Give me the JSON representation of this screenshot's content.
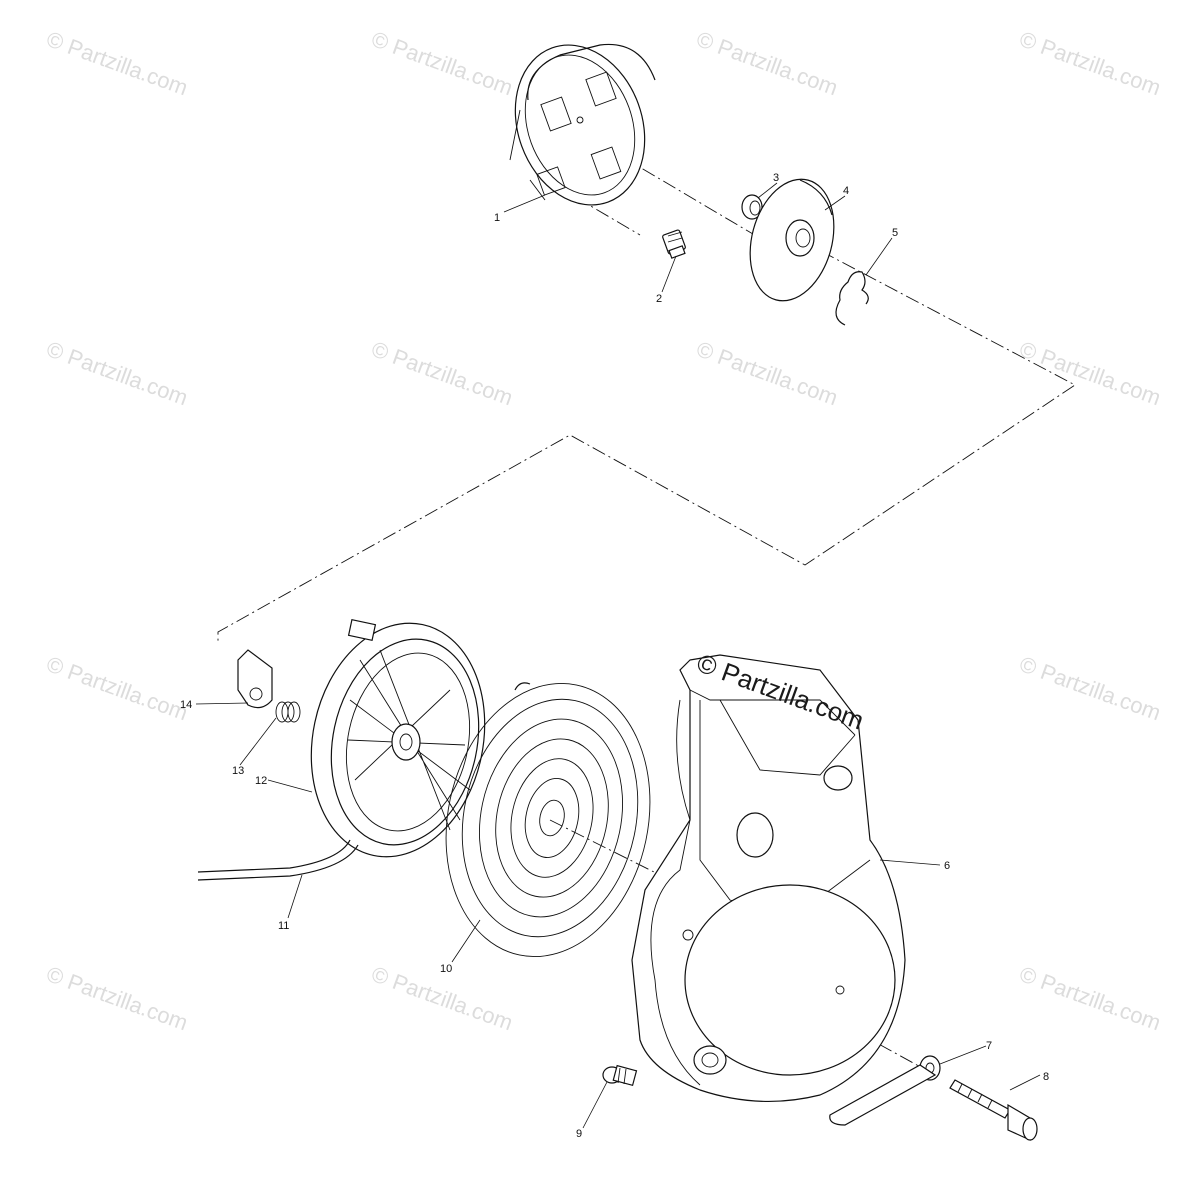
{
  "watermark": {
    "repeat_text": "© Partzilla.com",
    "center_text": "© Partzilla.com"
  },
  "callouts": [
    "1",
    "2",
    "3",
    "4",
    "5",
    "6",
    "7",
    "8",
    "9",
    "10",
    "11",
    "12",
    "13",
    "14"
  ],
  "colors": {
    "line": "#111111",
    "watermark": "#dcdcdc",
    "background": "#ffffff"
  }
}
